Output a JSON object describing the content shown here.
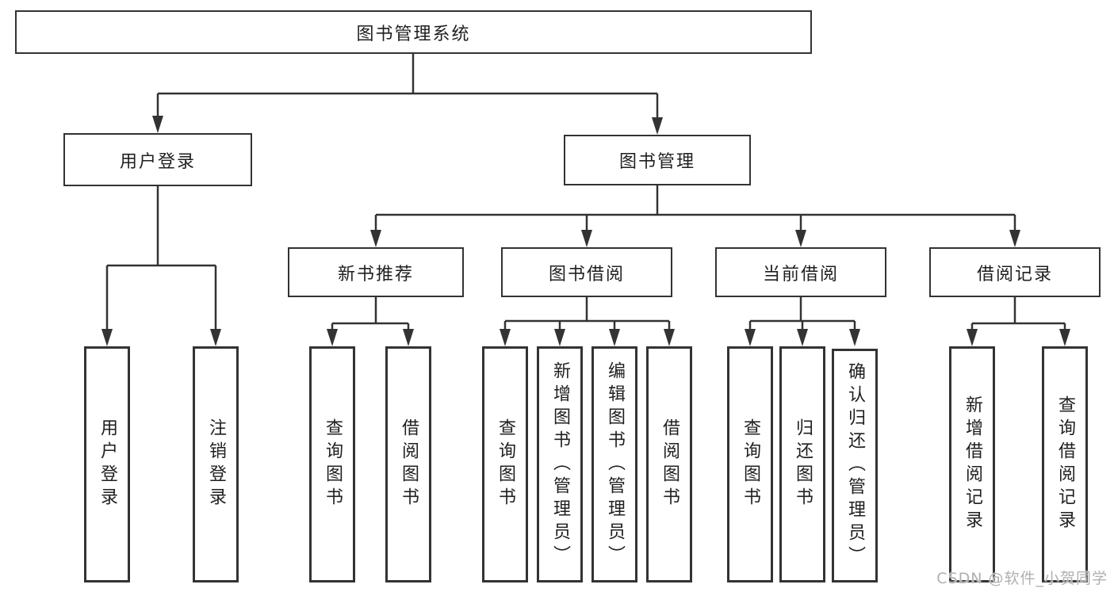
{
  "diagram": {
    "root": {
      "label": "图书管理系统"
    },
    "branches": [
      {
        "label": "用户登录",
        "children": [
          {
            "label": "用户登录"
          },
          {
            "label": "注销登录"
          }
        ]
      },
      {
        "label": "图书管理",
        "children": [
          {
            "label": "新书推荐",
            "children": [
              {
                "label": "查询图书"
              },
              {
                "label": "借阅图书"
              }
            ]
          },
          {
            "label": "图书借阅",
            "children": [
              {
                "label": "查询图书"
              },
              {
                "label": "新增图书（管理员）"
              },
              {
                "label": "编辑图书（管理员）"
              },
              {
                "label": "借阅图书"
              }
            ]
          },
          {
            "label": "当前借阅",
            "children": [
              {
                "label": "查询图书"
              },
              {
                "label": "归还图书"
              },
              {
                "label": "确认归还（管理员）"
              }
            ]
          },
          {
            "label": "借阅记录",
            "children": [
              {
                "label": "新增借阅记录"
              },
              {
                "label": "查询借阅记录"
              }
            ]
          }
        ]
      }
    ],
    "watermark": "CSDN @软件_小贺同学",
    "colors": {
      "line": "#333333",
      "text": "#1f1f1f",
      "background": "#ffffff",
      "watermark": "#b0b0b0"
    }
  }
}
